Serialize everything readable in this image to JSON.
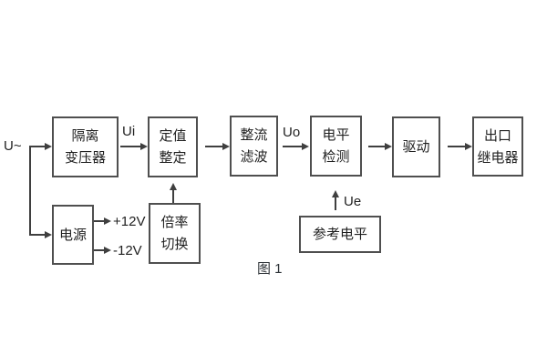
{
  "figure": {
    "caption": "图 1"
  },
  "colors": {
    "background": "#ffffff",
    "line": "#3f3f3f",
    "box_border": "#4f4f4f",
    "text": "#1f1f1f"
  },
  "signal_labels": {
    "input": "U~",
    "ui": "Ui",
    "uo": "Uo",
    "ue": "Ue",
    "plus12v": "+12V",
    "minus12v": "-12V"
  },
  "blocks": {
    "isolation_transformer": {
      "line1": "隔离",
      "line2": "变压器"
    },
    "setting": {
      "line1": "定值",
      "line2": "整定"
    },
    "rectifier_filter": {
      "line1": "整流",
      "line2": "滤波"
    },
    "level_detection": {
      "line1": "电平",
      "line2": "检测"
    },
    "drive": {
      "line1": "驱动"
    },
    "output_relay": {
      "line1": "出口",
      "line2": "继电器"
    },
    "power_supply": {
      "line1": "电源"
    },
    "ratio_switch": {
      "line1": "倍率",
      "line2": "切换"
    },
    "reference_level": {
      "line1": "参考电平"
    }
  }
}
